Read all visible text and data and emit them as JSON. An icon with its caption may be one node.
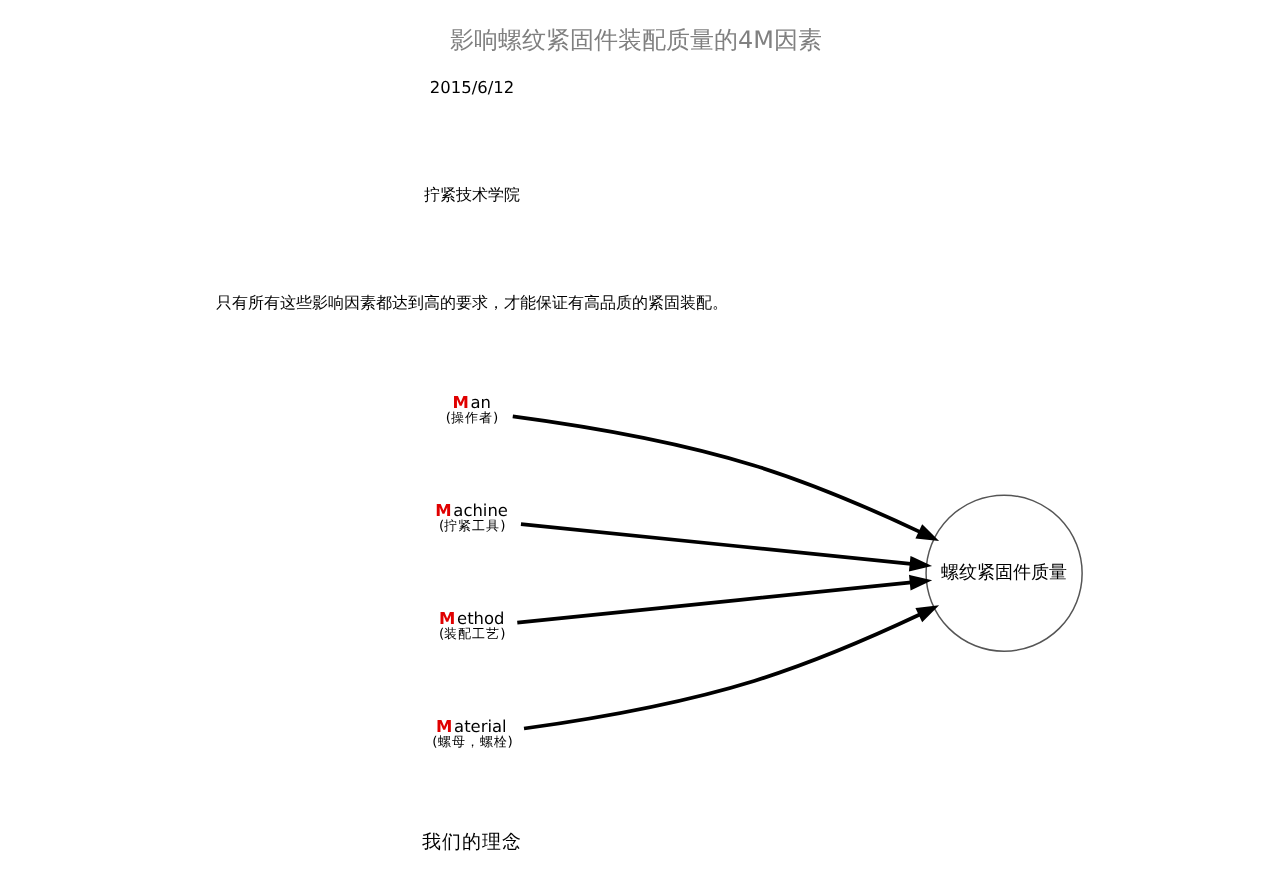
{
  "diagram": {
    "title": "影响螺纹紧固件装配质量的4M因素",
    "nodes": [
      {
        "text": [
          "Man",
          "(操作者)"
        ]
      },
      {
        "text": [
          "Machine",
          "(拧紧工具)"
        ]
      },
      {
        "text": [
          "Method",
          "(装配工艺)"
        ]
      },
      {
        "text": [
          "Material",
          "(螺母，螺栓)"
        ]
      },
      {
        "text": [
          "螺纹紧固件质量"
        ]
      }
    ],
    "edges": [
      {
        "from": 0,
        "to": 4,
        "arrow": "to"
      },
      {
        "from": 1,
        "to": 4,
        "arrow": "to"
      },
      {
        "from": 2,
        "to": 4,
        "arrow": "to"
      },
      {
        "from": 3,
        "to": 4,
        "arrow": "to"
      }
    ],
    "labels": [
      "我们的理念",
      "只有所有这些影响因素都达到高的要求，才能保证有高品质的紧固装配。",
      "拧紧技术学院",
      "2015/6/12"
    ]
  }
}
